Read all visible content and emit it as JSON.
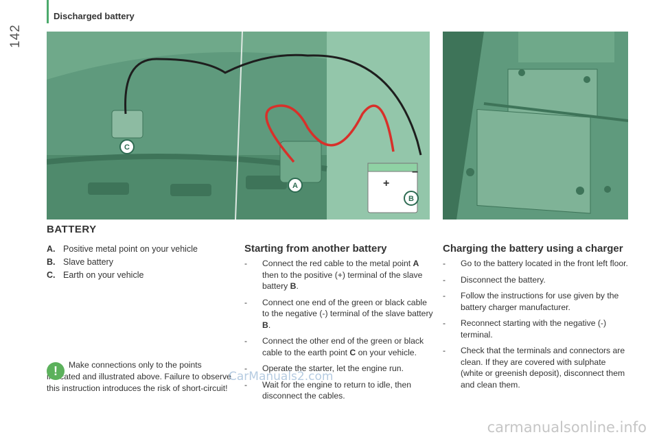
{
  "page": {
    "number": "142",
    "header": "Discharged battery"
  },
  "illustration": {
    "callouts": {
      "a": "A",
      "b": "B",
      "c": "C"
    },
    "plus": "+",
    "minus": "−",
    "colors": {
      "bg": "#5f9a7d",
      "light": "#93c6aa",
      "dark": "#3e7459",
      "red": "#d8302a",
      "black": "#1e1e1e"
    }
  },
  "section_title": "BATTERY",
  "legend": [
    {
      "key": "A.",
      "text": "Positive metal point on your vehicle"
    },
    {
      "key": "B.",
      "text": "Slave battery"
    },
    {
      "key": "C.",
      "text": "Earth on your vehicle"
    }
  ],
  "warning": {
    "icon": "!",
    "text": "Make connections only to the points indicated and illustrated above. Failure to observe this instruction introduces the risk of short-circuit!"
  },
  "starting": {
    "title": "Starting from another battery",
    "steps": [
      {
        "pre": "Connect the red cable to the metal point ",
        "k1": "A",
        "mid": " then to the positive (+) terminal of the slave battery ",
        "k2": "B",
        "post": "."
      },
      {
        "pre": "Connect one end of the green or black cable to the negative (-) terminal of the slave battery ",
        "k1": "B",
        "mid": ".",
        "k2": "",
        "post": ""
      },
      {
        "pre": "Connect the other end of the green or black cable to the earth point ",
        "k1": "C",
        "mid": " on your vehicle.",
        "k2": "",
        "post": ""
      },
      {
        "pre": "Operate the starter, let the engine run.",
        "k1": "",
        "mid": "",
        "k2": "",
        "post": ""
      },
      {
        "pre": "Wait for the engine to return to idle, then disconnect the cables.",
        "k1": "",
        "mid": "",
        "k2": "",
        "post": ""
      }
    ]
  },
  "charging": {
    "title": "Charging the battery using a charger",
    "steps": [
      "Go to the battery located in the front left floor.",
      "Disconnect the battery.",
      "Follow the instructions for use given by the battery charger manufacturer.",
      "Reconnect starting with the negative (-) terminal.",
      "Check that the terminals and connectors are clean. If they are covered with sulphate (white or greenish deposit), disconnect them and clean them."
    ]
  },
  "watermarks": {
    "mid": "CarManuals2.com",
    "bottom": "carmanualsonline.info"
  }
}
